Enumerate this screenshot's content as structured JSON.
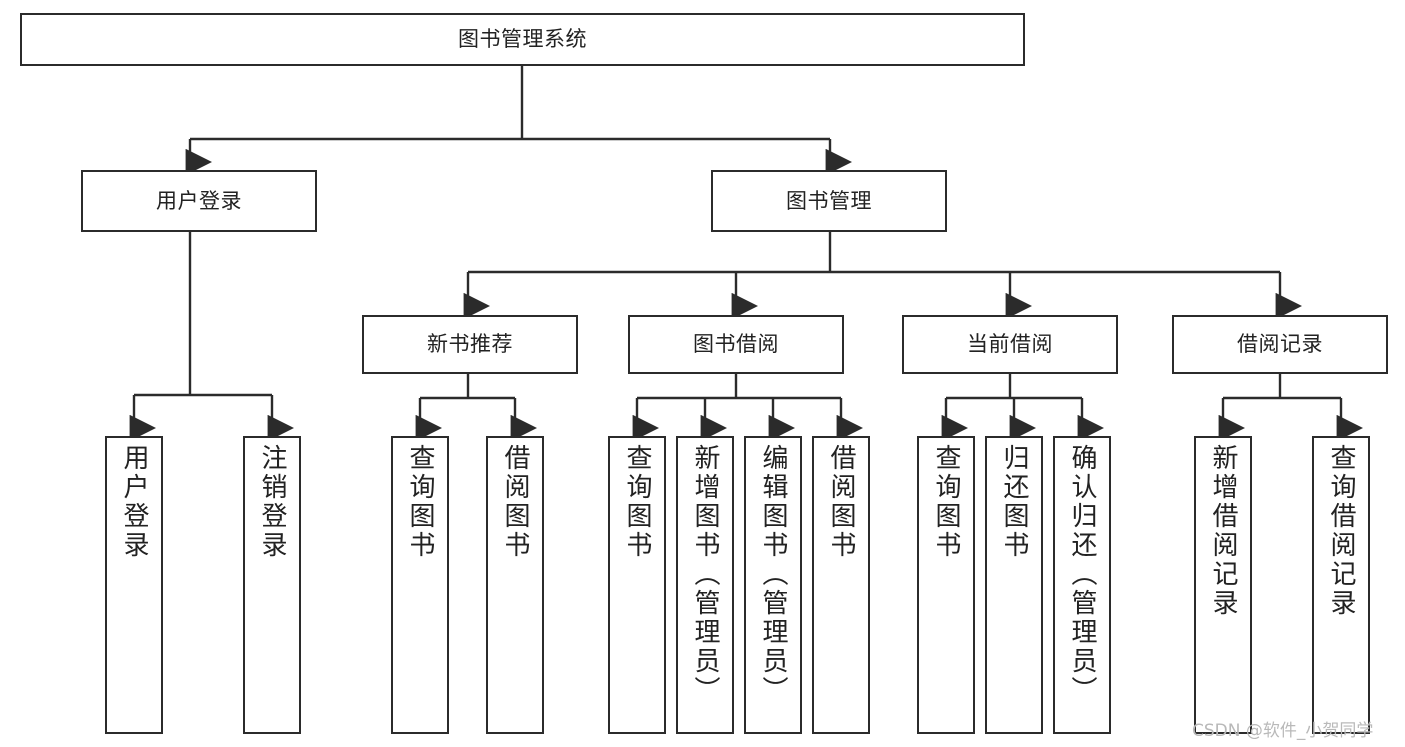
{
  "diagram": {
    "type": "tree-hierarchy-chart",
    "title": "图书管理系统",
    "root": {
      "id": "root",
      "label": "图书管理系统"
    },
    "level1": [
      {
        "id": "user-login",
        "label": "用户登录"
      },
      {
        "id": "book-management",
        "label": "图书管理"
      }
    ],
    "level2": [
      {
        "id": "new-book-recommend",
        "label": "新书推荐",
        "parent": "book-management"
      },
      {
        "id": "book-borrow",
        "label": "图书借阅",
        "parent": "book-management"
      },
      {
        "id": "current-borrow",
        "label": "当前借阅",
        "parent": "book-management"
      },
      {
        "id": "borrow-record",
        "label": "借阅记录",
        "parent": "book-management"
      }
    ],
    "leaves": {
      "user-login": [
        {
          "id": "leaf-user-login",
          "label": "用户登录"
        },
        {
          "id": "leaf-user-logout",
          "label": "注销登录"
        }
      ],
      "new-book-recommend": [
        {
          "id": "leaf-query-book-1",
          "label": "查询图书"
        },
        {
          "id": "leaf-borrow-book-1",
          "label": "借阅图书"
        }
      ],
      "book-borrow": [
        {
          "id": "leaf-query-book-2",
          "label": "查询图书"
        },
        {
          "id": "leaf-add-book",
          "label": "新增图书（管理员）"
        },
        {
          "id": "leaf-edit-book",
          "label": "编辑图书（管理员）"
        },
        {
          "id": "leaf-borrow-book-2",
          "label": "借阅图书"
        }
      ],
      "current-borrow": [
        {
          "id": "leaf-query-book-3",
          "label": "查询图书"
        },
        {
          "id": "leaf-return-book",
          "label": "归还图书"
        },
        {
          "id": "leaf-confirm-return",
          "label": "确认归还（管理员）"
        }
      ],
      "borrow-record": [
        {
          "id": "leaf-add-record",
          "label": "新增借阅记录"
        },
        {
          "id": "leaf-query-record",
          "label": "查询借阅记录"
        }
      ]
    },
    "colors": {
      "stroke": "#2b2b2b",
      "fill": "#ffffff",
      "text": "#222222",
      "watermark": "#b9b9b9"
    }
  },
  "watermark": {
    "text": "CSDN @软件_小贺同学"
  }
}
